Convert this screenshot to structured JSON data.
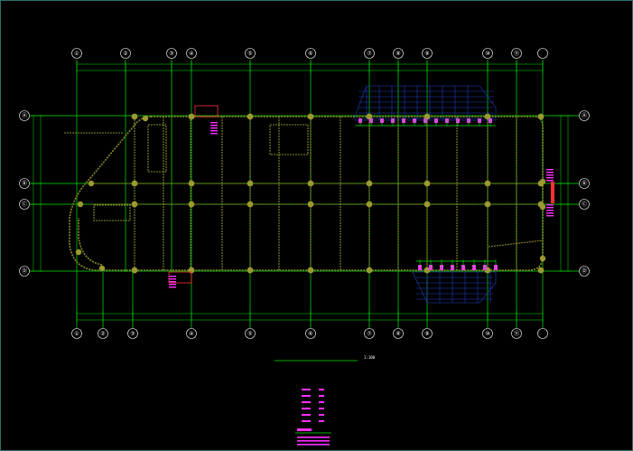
{
  "drawing": {
    "title": "",
    "scale_label": "1:100",
    "colors": {
      "background": "#000000",
      "grid": "#00e600",
      "structure": "#8a8a2a",
      "column": "#9a9a30",
      "text_alt": "#ff30ff",
      "hatch_blue": "#1e3fbf",
      "red": "#ff3030"
    },
    "axes_top": [
      "①",
      "②",
      "③",
      "④",
      "⑤",
      "⑥",
      "⑦",
      "⑧",
      "⑨",
      "⑩",
      "⑪"
    ],
    "axes_bottom": [
      "①",
      "②",
      "③",
      "④",
      "⑤",
      "⑥",
      "⑦",
      "⑧",
      "⑨",
      "⑩",
      "⑪"
    ],
    "axes_left": [
      "Ⓐ",
      "Ⓑ",
      "Ⓒ",
      "Ⓓ"
    ],
    "axes_right": [
      "Ⓐ",
      "Ⓑ",
      "Ⓒ",
      "Ⓓ"
    ],
    "legend": {
      "rows": [
        "",
        "",
        "",
        "",
        "",
        ""
      ],
      "values": [
        "",
        "",
        "",
        "",
        "",
        ""
      ],
      "note_title": "",
      "note_lines": [
        "",
        "",
        ""
      ]
    }
  }
}
